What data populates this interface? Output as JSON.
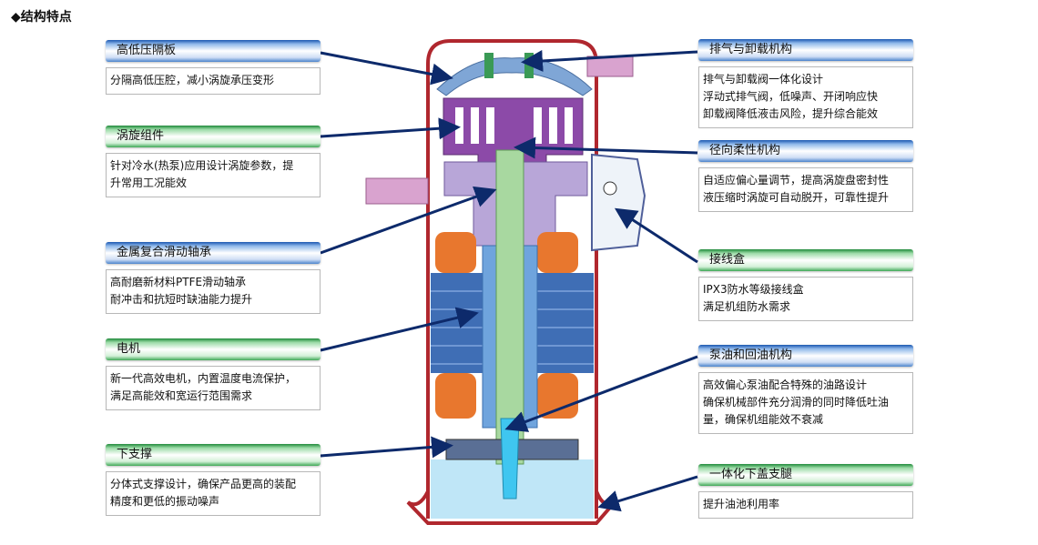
{
  "title": "◆结构特点",
  "left_boxes": [
    {
      "header": "高低压隔板",
      "lines": [
        "分隔高低压腔，减小涡旋承压变形"
      ]
    },
    {
      "header": "涡旋组件",
      "lines": [
        "针对冷水(热泵)应用设计涡旋参数，提",
        "升常用工况能效"
      ]
    },
    {
      "header": "金属复合滑动轴承",
      "lines": [
        "高耐磨新材料PTFE滑动轴承",
        "耐冲击和抗短时缺油能力提升"
      ]
    },
    {
      "header": "电机",
      "lines": [
        "新一代高效电机，内置温度电流保护，",
        "满足高能效和宽运行范围需求"
      ]
    },
    {
      "header": "下支撑",
      "lines": [
        "分体式支撑设计，确保产品更高的装配",
        "精度和更低的振动噪声"
      ]
    }
  ],
  "right_boxes": [
    {
      "header": "排气与卸载机构",
      "lines": [
        "排气与卸载阀一体化设计",
        "浮动式排气阀，低噪声、开闭响应快",
        "卸载阀降低液击风险，提升综合能效"
      ]
    },
    {
      "header": "径向柔性机构",
      "lines": [
        "自适应偏心量调节，提高涡旋盘密封性",
        "液压缩时涡旋可自动脱开，可靠性提升"
      ]
    },
    {
      "header": "接线盒",
      "lines": [
        "IPX3防水等级接线盒",
        "满足机组防水需求"
      ]
    },
    {
      "header": "泵油和回油机构",
      "lines": [
        "高效偏心泵油配合特殊的油路设计",
        "确保机械部件充分润滑的同时降低吐油",
        "量，确保机组能效不衰减"
      ]
    },
    {
      "header": "一体化下盖支腿",
      "lines": [
        "提升油池利用率"
      ]
    }
  ],
  "colors": {
    "shell": "#b0272e",
    "purple": "#8c4aa8",
    "stator": "#3f6eb5",
    "winding": "#e8772e",
    "shaft": "#a8d8a0",
    "oil": "#bfe6f7",
    "pointer": "#0d2a6b"
  }
}
